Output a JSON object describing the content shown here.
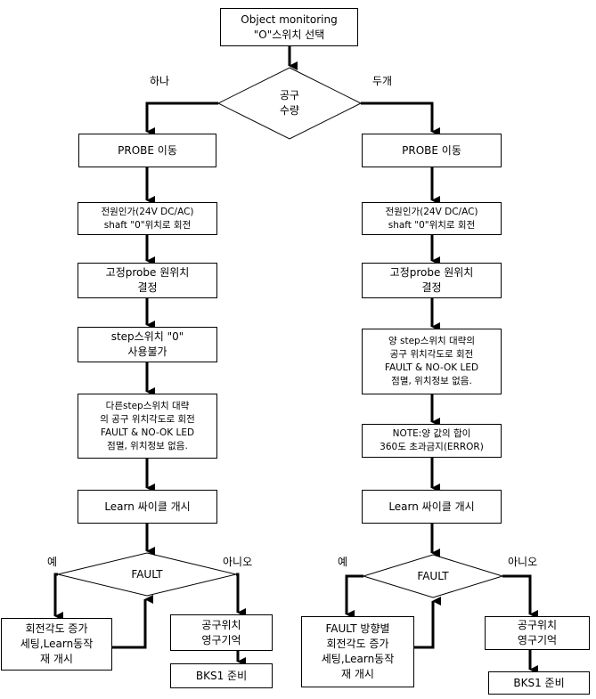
{
  "start": {
    "text": "Object monitoring\n\"O\"스위치 선택"
  },
  "decision_tools": {
    "text": "공구\n수량"
  },
  "branch_labels": {
    "left": "하나",
    "right": "두개"
  },
  "left": {
    "steps": [
      {
        "text": "PROBE 이동"
      },
      {
        "text": "전원인가(24V DC/AC)\nshaft \"0\"위치로 회전"
      },
      {
        "text": "고정probe 원위치\n결정"
      },
      {
        "text": "step스위치 \"0\"\n사용불가"
      },
      {
        "text": "다른step스위치 대략\n의 공구 위치각도로 회전\nFAULT & NO-OK LED\n점멸, 위치정보 없음."
      },
      {
        "text": "Learn 싸이클 개시"
      }
    ],
    "decision": {
      "text": "FAULT",
      "yes": "예",
      "no": "아니오"
    },
    "yes_action": {
      "text": "회전각도  증가\n세팅,Learn동작\n재 개시"
    },
    "no_action": {
      "text": "공구위치\n영구기억"
    },
    "final": {
      "text": "BKS1 준비"
    }
  },
  "right": {
    "steps": [
      {
        "text": "PROBE 이동"
      },
      {
        "text": "전원인가(24V DC/AC)\nshaft \"0\"위치로 회전"
      },
      {
        "text": "고정probe 원위치\n결정"
      },
      {
        "text": "양 step스위치 대략의\n공구 위치각도로 회전\nFAULT & NO-OK LED\n점멸, 위치정보 없음."
      },
      {
        "text": "NOTE:양 값의 합이\n360도 초과금지(ERROR)"
      },
      {
        "text": "Learn 싸이클 개시"
      }
    ],
    "decision": {
      "text": "FAULT",
      "yes": "예",
      "no": "아니오"
    },
    "yes_action": {
      "text": "FAULT 방향별\n회전각도  증가\n세팅,Learn동작\n재 개시"
    },
    "no_action": {
      "text": "공구위치\n영구기억"
    },
    "final": {
      "text": "BKS1 준비"
    }
  }
}
